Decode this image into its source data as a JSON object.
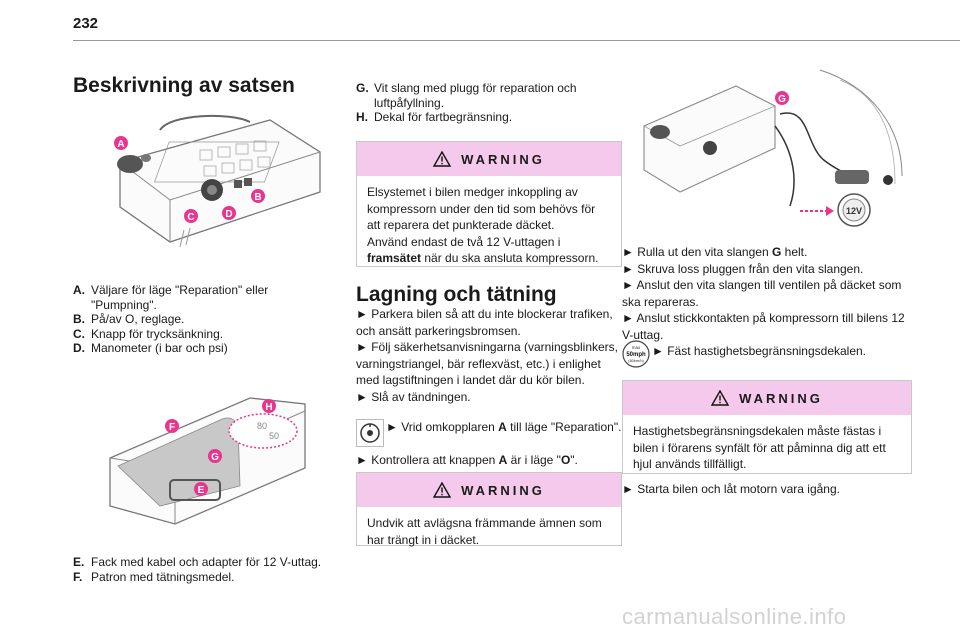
{
  "page": {
    "number": "232"
  },
  "kit": {
    "title": "Beskrivning av satsen",
    "illus1_markers": [
      "A",
      "B",
      "C",
      "D"
    ],
    "illus2_markers": [
      "H",
      "F",
      "G",
      "E"
    ],
    "items_a": [
      {
        "key": "A.",
        "text": "Väljare för läge \"Reparation\" eller \"Pumpning\"."
      },
      {
        "key": "B.",
        "text": "På/av O, reglage."
      },
      {
        "key": "C.",
        "text": "Knapp för trycksänkning."
      },
      {
        "key": "D.",
        "text": "Manometer (i bar och psi)"
      }
    ],
    "items_b": [
      {
        "key": "E.",
        "text": "Fack med kabel och adapter för 12 V-uttag."
      },
      {
        "key": "F.",
        "text": "Patron med tätningsmedel."
      }
    ],
    "items_c": [
      {
        "key": "G.",
        "text": "Vit slang med plugg för reparation och luftpåfyllning."
      },
      {
        "key": "H.",
        "text": "Dekal för fartbegränsning."
      }
    ],
    "speed_labels": [
      "80",
      "50"
    ]
  },
  "warnings": [
    {
      "title": "WARNING",
      "text": "Elsystemet i bilen medger inkoppling av kompressorn under den tid som behövs för att reparera det punkterade däcket.",
      "text2_pre": "Använd endast de två 12 V-uttagen i ",
      "text2_bold": "framsätet",
      "text2_post": " när du ska ansluta kompressorn."
    },
    {
      "title": "WARNING",
      "text": "Undvik att avlägsna främmande ämnen som har trängt in i däcket."
    },
    {
      "title": "WARNING",
      "text": "Hastighetsbegränsningsdekalen måste fästas i bilen i förarens synfält för att påminna dig att ett hjul används tillfälligt."
    }
  ],
  "repair": {
    "title": "Lagning och tätning",
    "steps": [
      "► Parkera bilen så att du inte blockerar trafiken, och ansätt parkeringsbromsen.",
      "► Följ säkerhetsanvisningarna (varningsblinkers, varningstriangel, bär reflexväst, etc.) i enlighet med lagstiftningen i landet där du kör bilen.",
      "► Slå av tändningen."
    ],
    "rotate_pre": "► Vrid omkopplaren ",
    "rotate_key": "A",
    "rotate_post": " till läge \"Reparation\".",
    "check_pre": "► Kontrollera att knappen ",
    "check_key": "A",
    "check_mid": " är i läge \"",
    "check_o": "O",
    "check_post": "\"."
  },
  "right": {
    "marker": "G",
    "socket_label": "12V",
    "step1_pre": "► Rulla ut den vita slangen ",
    "step1_key": "G",
    "step1_post": " helt.",
    "steps": [
      "► Skruva loss pluggen från den vita slangen.",
      "► Anslut den vita slangen till ventilen på däcket som ska repareras.",
      "► Anslut stickkontakten på kompressorn till bilens 12 V-uttag."
    ],
    "sticker_step": "► Fäst hastighetsbegränsningsdekalen.",
    "sticker_icon": {
      "top": "max",
      "value": "50mph",
      "sub": "(80km/h)"
    },
    "final_step": "► Starta bilen och låt motorn vara igång."
  },
  "watermark": "carmanualsonline.info",
  "colors": {
    "warning_header": "#f5c9ec",
    "marker": "#e8368f",
    "rule": "#9a9a9a"
  }
}
